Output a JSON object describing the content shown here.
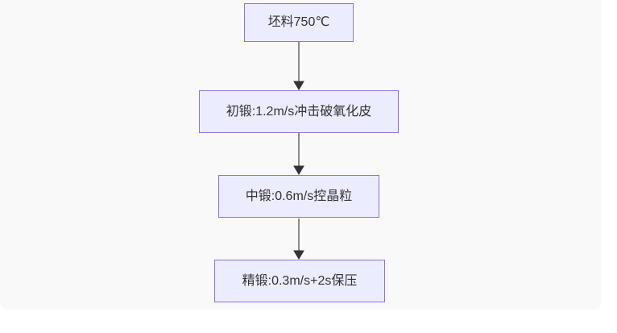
{
  "diagram": {
    "type": "flowchart",
    "direction": "top-down",
    "nodes": [
      {
        "id": "step-1",
        "label": "坯料750℃"
      },
      {
        "id": "step-2",
        "label": "初锻:1.2m/s冲击破氧化皮"
      },
      {
        "id": "step-3",
        "label": "中锻:0.6m/s控晶粒"
      },
      {
        "id": "step-4",
        "label": "精锻:0.3m/s+2s保压"
      }
    ],
    "edges": [
      {
        "from": "step-1",
        "to": "step-2",
        "arrow": "down"
      },
      {
        "from": "step-2",
        "to": "step-3",
        "arrow": "down"
      },
      {
        "from": "step-3",
        "to": "step-4",
        "arrow": "down"
      }
    ],
    "colors": {
      "node_fill": "#ECECFF",
      "node_border": "#9370DB",
      "node_text": "#333333",
      "edge_line": "#8c8c8c",
      "edge_arrowhead": "#333333",
      "canvas_bg": "#f9f9f9",
      "page_bg": "#ffffff"
    }
  }
}
